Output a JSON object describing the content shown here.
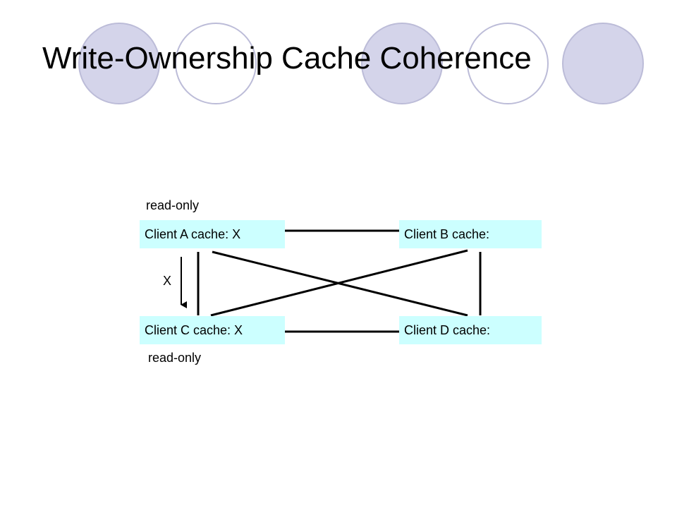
{
  "slide": {
    "title": "Write-Ownership Cache Coherence"
  },
  "diagram": {
    "nodes": {
      "a": "Client A cache: X",
      "b": "Client B cache:",
      "c": "Client C cache: X",
      "d": "Client D cache:"
    },
    "labels": {
      "read_only_top": "read-only",
      "read_only_bottom": "read-only",
      "transfer": "X"
    }
  },
  "colors": {
    "node_fill": "#ccffff",
    "decor_circle_fill": "#d4d4ea",
    "decor_circle_stroke": "#bcbcd8",
    "line": "#000000"
  }
}
